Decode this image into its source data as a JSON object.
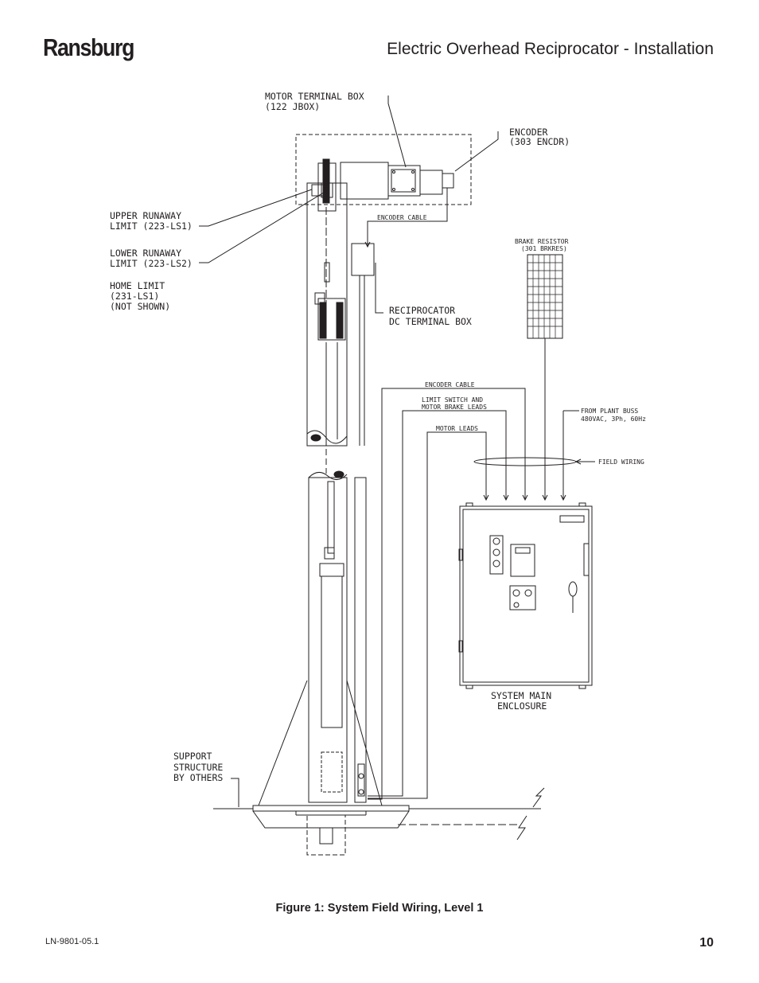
{
  "header": {
    "brand": "Ransburg",
    "title": "Electric Overhead Reciprocator - Installation"
  },
  "figure": {
    "labels": {
      "motor_terminal_box_1": "MOTOR TERMINAL BOX",
      "motor_terminal_box_2": "(122 JBOX)",
      "encoder_1": "ENCODER",
      "encoder_2": "(303 ENCDR)",
      "encoder_cable_top": "ENCODER CABLE",
      "upper_runaway_1": "UPPER RUNAWAY",
      "upper_runaway_2": "LIMIT (223-LS1)",
      "lower_runaway_1": "LOWER RUNAWAY",
      "lower_runaway_2": "LIMIT (223-LS2)",
      "home_limit_1": "HOME LIMIT",
      "home_limit_2": "(231-LS1)",
      "home_limit_3": "(NOT SHOWN)",
      "recip_box_1": "RECIPROCATOR",
      "recip_box_2": "DC TERMINAL BOX",
      "brake_resistor_1": "BRAKE RESISTOR",
      "brake_resistor_2": "(301 BRKRES)",
      "encoder_cable_mid": "ENCODER CABLE",
      "limit_switch_1": "LIMIT SWITCH AND",
      "limit_switch_2": "MOTOR BRAKE LEADS",
      "motor_leads": "MOTOR LEADS",
      "plant_buss_1": "FROM PLANT BUSS",
      "plant_buss_2": "480VAC, 3Ph, 60Hz",
      "field_wiring": "FIELD WIRING",
      "enclosure_1": "SYSTEM MAIN",
      "enclosure_2": "ENCLOSURE",
      "support_1": "SUPPORT",
      "support_2": "STRUCTURE",
      "support_3": "BY OTHERS"
    }
  },
  "caption": "Figure 1:  System Field Wiring, Level 1",
  "footer": {
    "doc_number": "LN-9801-05.1",
    "page_number": "10"
  }
}
